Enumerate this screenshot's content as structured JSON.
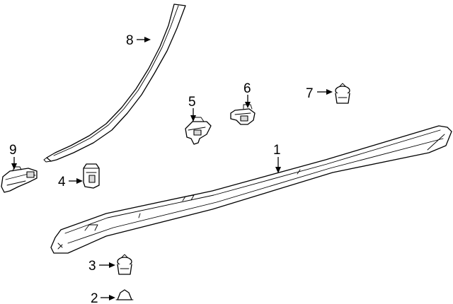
{
  "callouts": [
    {
      "id": "1",
      "label": "1"
    },
    {
      "id": "2",
      "label": "2"
    },
    {
      "id": "3",
      "label": "3"
    },
    {
      "id": "4",
      "label": "4"
    },
    {
      "id": "5",
      "label": "5"
    },
    {
      "id": "6",
      "label": "6"
    },
    {
      "id": "7",
      "label": "7"
    },
    {
      "id": "8",
      "label": "8"
    },
    {
      "id": "9",
      "label": "9"
    }
  ],
  "colors": {
    "background": "#ffffff",
    "line": "#000000",
    "shade": "#d9d9d9"
  }
}
